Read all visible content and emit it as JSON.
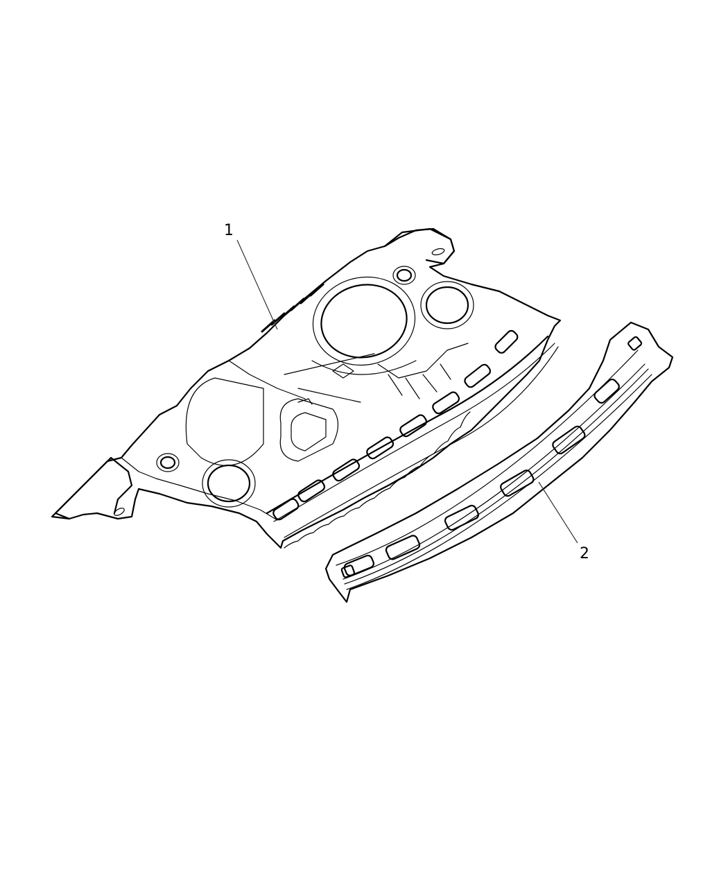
{
  "diagram": {
    "type": "exploded parts illustration",
    "background": "#ffffff",
    "line_color": "#000000",
    "parts": [
      {
        "callout": "1",
        "description": "rear floor pan (large panel with spare tire well and pockets)"
      },
      {
        "callout": "2",
        "description": "rear crossmember / reinforcement rail"
      }
    ]
  }
}
